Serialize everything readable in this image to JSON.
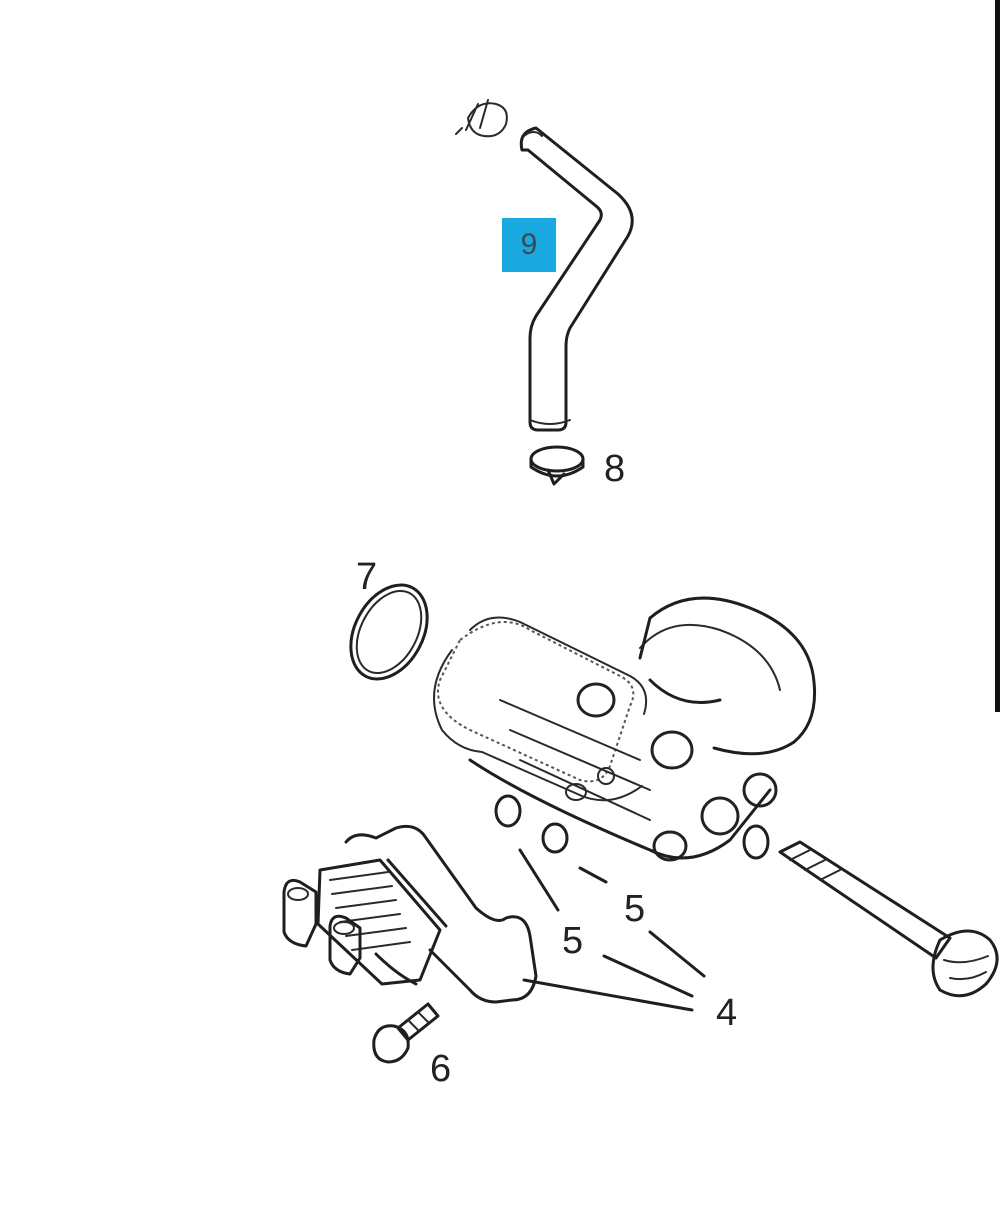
{
  "callouts": {
    "part_4": "4",
    "part_5_a": "5",
    "part_5_b": "5",
    "part_6": "6",
    "part_7": "7",
    "part_8": "8",
    "part_9": "9"
  },
  "colors": {
    "highlight": "#1aa8e0",
    "line": "#1f1f1f",
    "background": "#ffffff"
  }
}
